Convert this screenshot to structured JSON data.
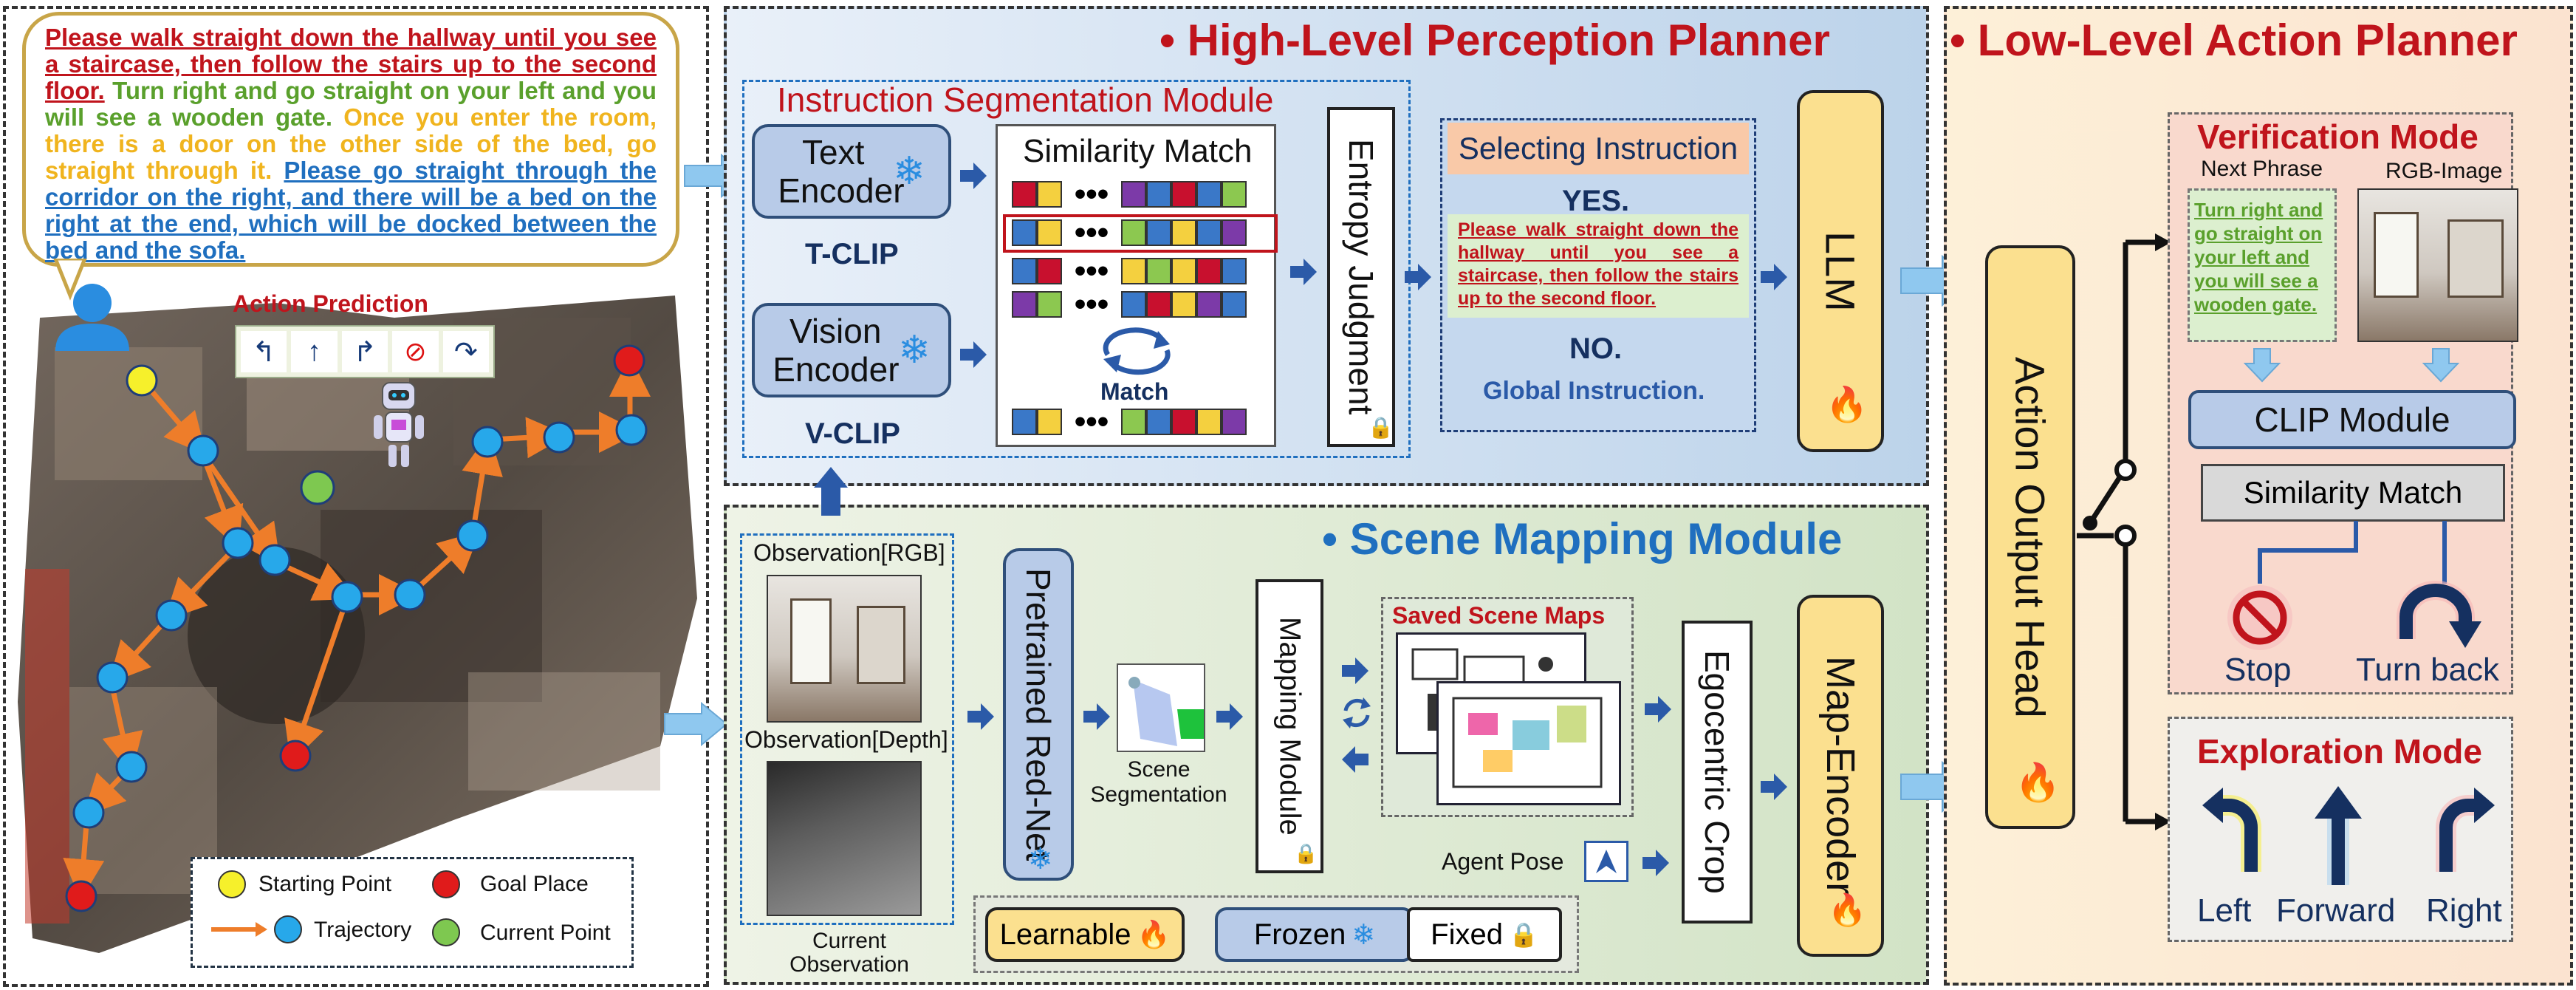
{
  "instruction": {
    "seg1": "Please walk straight down the hallway until you see a staircase, then follow the stairs up to the second floor.",
    "seg2": "Turn right and go straight on your left and you will see a wooden gate.",
    "seg3": "Once you enter the room, there is a door on the other side of the bed, go straight through it.",
    "seg4": "Please go straight through the corridor on the right, and there will be a bed on the right at the end, which will be docked between the bed and the sofa."
  },
  "map_panel": {
    "action_prediction": "Action Prediction",
    "legend": {
      "starting_point": "Starting Point",
      "goal_place": "Goal Place",
      "trajectory": "Trajectory",
      "current_point": "Current Point"
    }
  },
  "high_level": {
    "title": "• High-Level Perception Planner",
    "seg_module_title": "Instruction Segmentation Module",
    "text_encoder": "Text Encoder",
    "t_clip": "T-CLIP",
    "vision_encoder": "Vision Encoder",
    "v_clip": "V-CLIP",
    "similarity_match": "Similarity Match",
    "match": "Match",
    "entropy_judgment": "Entropy Judgment",
    "selecting_instruction": "Selecting Instruction",
    "yes": "YES.",
    "yes_text": "Please walk straight down the hallway until you see a staircase, then follow the stairs up to the second floor.",
    "no": "NO.",
    "global_instruction": "Global Instruction.",
    "llm": "LLM"
  },
  "scene_mapping": {
    "title": "• Scene Mapping Module",
    "obs_rgb": "Observation[RGB]",
    "obs_depth": "Observation[Depth]",
    "current_observation": "Current Observation",
    "rednet": "Pretrained Red-Net",
    "scene_segmentation": "Scene Segmentation",
    "mapping_module": "Mapping Module",
    "saved_maps": "Saved Scene Maps",
    "agent_pose": "Agent Pose",
    "ego_crop": "Egocentric Crop",
    "map_encoder": "Map-Encoder",
    "legend": {
      "learnable": "Learnable",
      "frozen": "Frozen",
      "fixed": "Fixed"
    }
  },
  "low_level": {
    "title": "• Low-Level Action Planner",
    "action_head": "Action Output Head",
    "verification_title": "Verification Mode",
    "next_phrase": "Next Phrase",
    "rgb_image": "RGB-Image",
    "next_phrase_text": "Turn right and go straight on your left and you will see a wooden gate.",
    "clip_module": "CLIP Module",
    "similarity_match": "Similarity Match",
    "stop": "Stop",
    "turn_back": "Turn back",
    "exploration_title": "Exploration Mode",
    "left": "Left",
    "forward": "Forward",
    "right": "Right"
  },
  "colors": {
    "title_red": "#c0141c",
    "title_blue": "#1f6fbf",
    "seg1": "#c0141c",
    "seg2": "#5aa02c",
    "seg3": "#f0b41e",
    "seg4": "#1f6fbf"
  }
}
